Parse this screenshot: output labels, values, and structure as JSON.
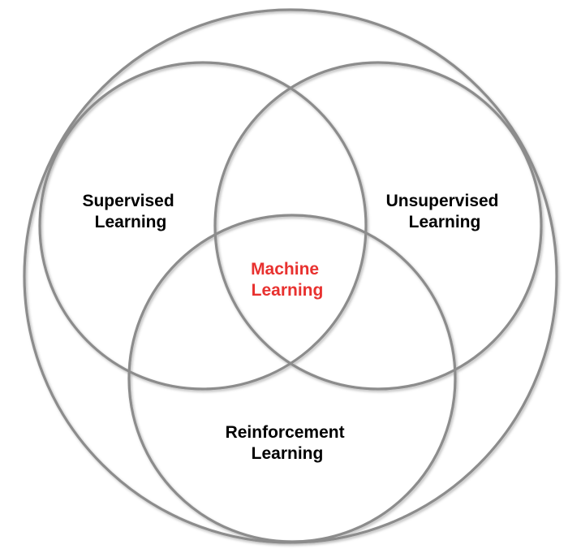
{
  "diagram": {
    "outer_set": {
      "label": ""
    },
    "supervised": {
      "line1": "Supervised",
      "line2": "Learning"
    },
    "unsupervised": {
      "line1": "Unsupervised",
      "line2": "Learning"
    },
    "reinforcement": {
      "line1": "Reinforcement",
      "line2": "Learning"
    },
    "center": {
      "line1": "Machine",
      "line2": "Learning"
    }
  },
  "colors": {
    "circle_stroke": "#8c8c8c",
    "label_text": "#000000",
    "center_text": "#e8312f"
  }
}
